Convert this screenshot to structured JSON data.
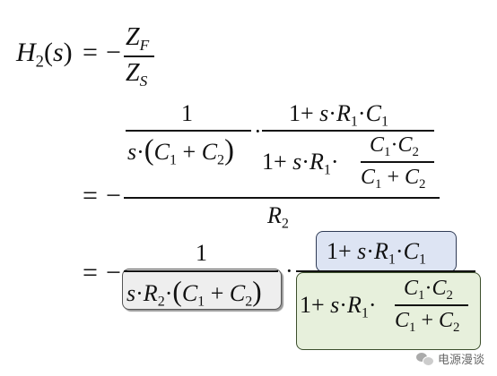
{
  "equation": {
    "lhs": {
      "H": "H",
      "H_sub": "2",
      "paren_open": "(",
      "s": "s",
      "paren_close": ")"
    },
    "eq_sign": "=",
    "minus": "−",
    "ZF": {
      "Z": "Z",
      "sub": "F"
    },
    "ZS": {
      "Z": "Z",
      "sub": "S"
    },
    "one": "1",
    "plus": "+",
    "dot": "·",
    "s": "s",
    "R": "R",
    "C": "C",
    "sub1": "1",
    "sub2": "2",
    "paren_open": "(",
    "paren_close": ")"
  },
  "watermark": {
    "text": "电源漫谈",
    "icon": "wechat-icon"
  }
}
